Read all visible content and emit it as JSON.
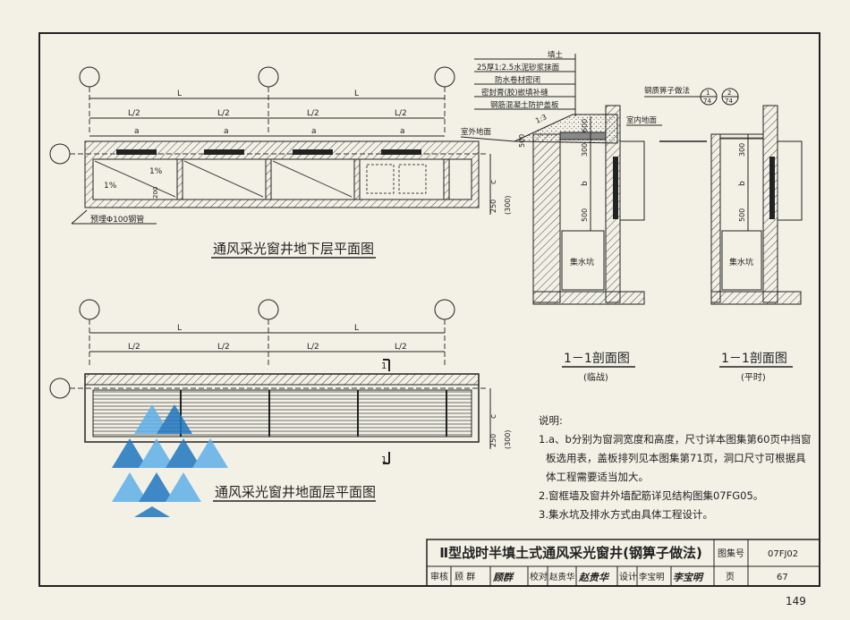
{
  "colors": {
    "paper": "#f3f1e6",
    "ink": "#222222",
    "logo_dark": "#1f77c0",
    "logo_light": "#5fb0e8"
  },
  "plan_basement": {
    "title": "通风采光窗井地下层平面图",
    "dim_L": "L",
    "dim_half": "L/2",
    "dim_a": "a",
    "slope_label": "1%",
    "dim_200": "200",
    "dim_250": "250",
    "dim_c": "c",
    "dim_300": "(300)",
    "pipe_label": "预埋Φ100钢管"
  },
  "plan_ground": {
    "title": "通风采光窗井地面层平面图",
    "cut_label": "1"
  },
  "section_wartime": {
    "layers": [
      "填土",
      "25厚1:2.5水泥砂浆抹面",
      "防水卷材密闭",
      "密封膏(胶)嵌填补缝",
      "钢筋混凝土防护盖板"
    ],
    "outdoor_label": "室外地面",
    "slope_label": "1:3",
    "dim_600": "600",
    "dim_300": "300",
    "dim_b": "b",
    "dim_500": "500",
    "dim_500b": "500",
    "sump_label": "集水坑",
    "title": "1－1剖面图",
    "subtitle": "(临战)"
  },
  "section_peacetime": {
    "grate_label": "钢质箅子做法",
    "ref1_num": "1",
    "ref1_page": "74",
    "ref2_num": "2",
    "ref2_page": "74",
    "indoor_label": "室内地面",
    "dim_300": "300",
    "dim_b": "b",
    "dim_500": "500",
    "sump_label": "集水坑",
    "title": "1－1剖面图",
    "subtitle": "(平时)"
  },
  "notes": {
    "heading": "说明:",
    "line1": "1.a、b分别为窗洞宽度和高度，尺寸详本图集第60页中挡窗",
    "line2": "板选用表，盖板排列见本图集第71页，洞口尺寸可根据具",
    "line3": "体工程需要适当加大。",
    "line4": "2.窗框墙及窗井外墙配筋详见结构图集07FG05。",
    "line5": "3.集水坑及排水方式由具体工程设计。"
  },
  "title_block": {
    "title": "Ⅱ型战时半填土式通风采光窗井(钢箅子做法)",
    "atlas_label": "图集号",
    "atlas_no": "07FJ02",
    "review_label": "审核",
    "reviewer": "顾 群",
    "reviewer_sign": "顾群",
    "check_label": "校对",
    "checker": "赵贵华",
    "checker_sign": "赵贵华",
    "design_label": "设计",
    "designer": "李宝明",
    "designer_sign": "李宝明",
    "page_label": "页",
    "page_no": "67"
  },
  "page_number": "149"
}
